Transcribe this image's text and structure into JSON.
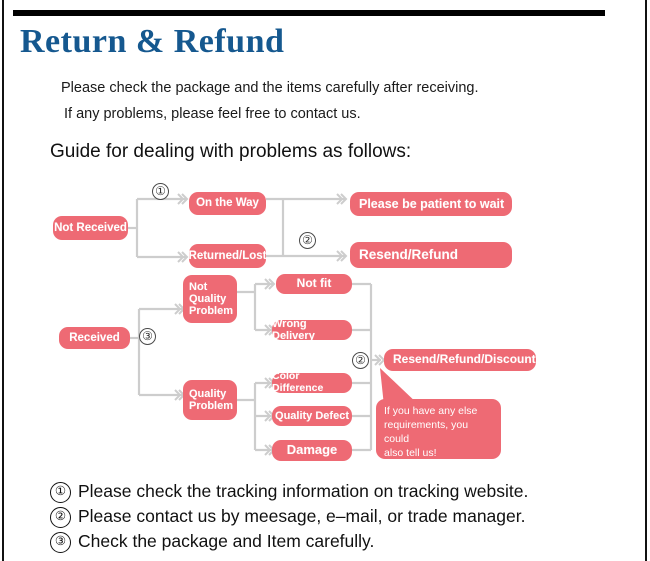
{
  "page": {
    "title": "Return & Refund",
    "title_color": "#15588f",
    "node_color": "#ee6a74",
    "connector_color": "#c9c9c9"
  },
  "intro": {
    "line1": "Please check the package and the items carefully after receiving.",
    "line2": "If any problems, please feel free to contact us."
  },
  "guide": {
    "heading": "Guide for dealing with problems as follows:"
  },
  "flowchart": {
    "nodes": [
      {
        "id": "not-received",
        "label": "Not Received"
      },
      {
        "id": "on-the-way",
        "label": "On the Way"
      },
      {
        "id": "returned-lost",
        "label": "Returned/Lost"
      },
      {
        "id": "be-patient",
        "label": "Please be patient to wait"
      },
      {
        "id": "resend-refund",
        "label": "Resend/Refund"
      },
      {
        "id": "received",
        "label": "Received"
      },
      {
        "id": "not-quality",
        "label": "Not\nQuality\nProblem"
      },
      {
        "id": "quality",
        "label": "Quality\nProblem"
      },
      {
        "id": "not-fit",
        "label": "Not fit"
      },
      {
        "id": "wrong-delivery",
        "label": "Wrong Delivery"
      },
      {
        "id": "color-diff",
        "label": "Color Difference"
      },
      {
        "id": "quality-defect",
        "label": "Quality Defect"
      },
      {
        "id": "damage",
        "label": "Damage"
      },
      {
        "id": "resend-discount",
        "label": "Resend/Refund/Discount"
      }
    ],
    "step_marks": [
      {
        "id": "mark-1-top",
        "label": "①"
      },
      {
        "id": "mark-2-top",
        "label": "②"
      },
      {
        "id": "mark-3-left",
        "label": "③"
      },
      {
        "id": "mark-2-right",
        "label": "②"
      }
    ],
    "callout": {
      "line1": "If you have any else",
      "line2": "requirements, you could",
      "line3": "also tell us!"
    }
  },
  "footer": {
    "items": [
      {
        "num": "①",
        "text": "Please check the tracking information on tracking website."
      },
      {
        "num": "②",
        "text": "Please contact us by meesage, e–mail, or trade manager."
      },
      {
        "num": "③",
        "text": "Check the package and Item carefully."
      }
    ]
  }
}
